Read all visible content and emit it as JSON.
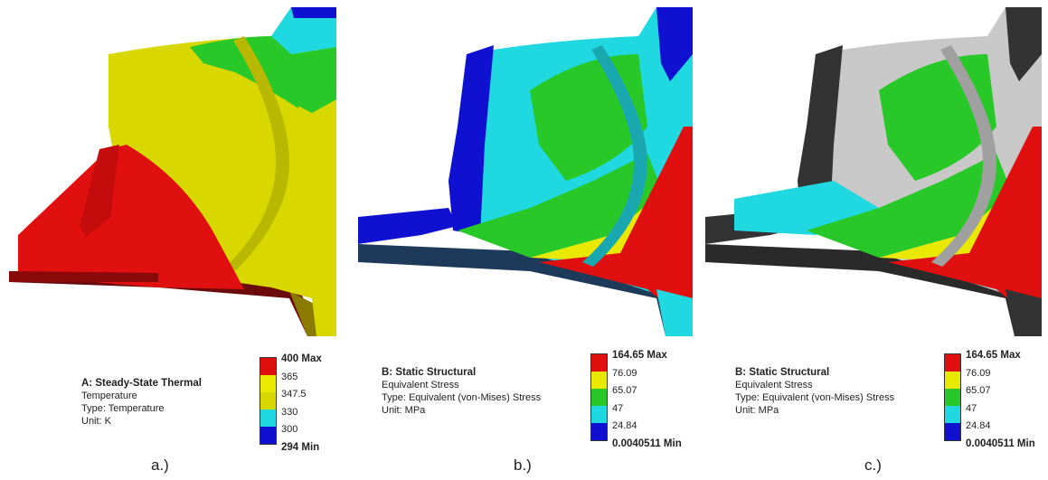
{
  "panels": [
    {
      "caption": "a.)",
      "info": {
        "title": "A: Steady-State Thermal",
        "line1": "Temperature",
        "line2": "Type: Temperature",
        "line3": "Unit: K"
      },
      "legend": {
        "labels": [
          "400 Max",
          "365",
          "347.5",
          "330",
          "300",
          "294 Min"
        ],
        "colors": [
          "#e01010",
          "#e8e800",
          "#d8d800",
          "#28c828",
          "#20d8e0",
          "#1010d0"
        ]
      }
    },
    {
      "caption": "b.)",
      "info": {
        "title": "B: Static Structural",
        "line1": "Equivalent Stress",
        "line2": "Type: Equivalent (von-Mises) Stress",
        "line3": "Unit: MPa"
      },
      "legend": {
        "labels": [
          "164.65 Max",
          "76.09",
          "65.07",
          "47",
          "24.84",
          "0.0040511 Min"
        ],
        "colors": [
          "#e01010",
          "#e8e800",
          "#28c828",
          "#20d8e0",
          "#1010d0"
        ]
      }
    },
    {
      "caption": "c.)",
      "info": {
        "title": "B: Static Structural",
        "line1": "Equivalent Stress",
        "line2": "Type: Equivalent (von-Mises) Stress",
        "line3": "Unit: MPa"
      },
      "legend": {
        "labels": [
          "164.65 Max",
          "76.09",
          "65.07",
          "47",
          "24.84",
          "0.0040511 Min"
        ],
        "colors": [
          "#e01010",
          "#e8e800",
          "#28c828",
          "#20d8e0",
          "#1010d0"
        ]
      }
    }
  ]
}
